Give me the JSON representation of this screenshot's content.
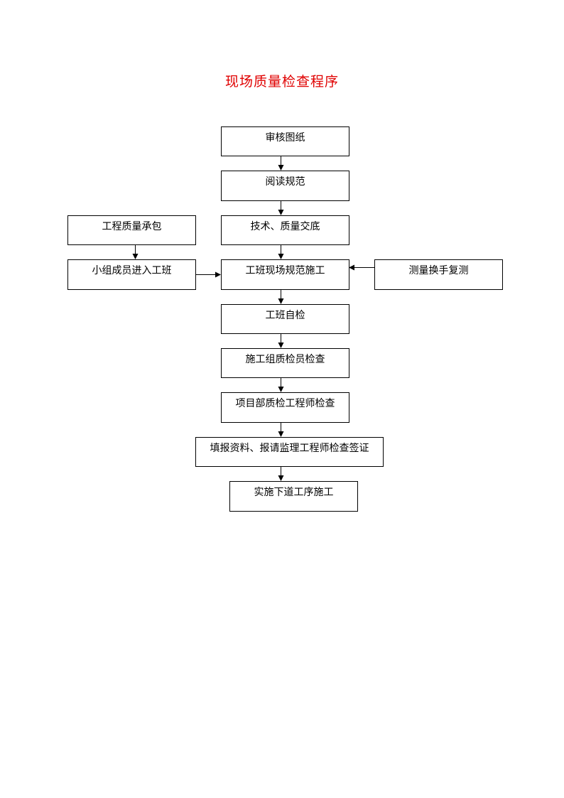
{
  "title": "现场质量检查程序",
  "colors": {
    "title": "#e00000",
    "line": "#000000",
    "box_border": "#000000"
  },
  "steps": {
    "review_drawings": "审核图纸",
    "read_specs": "阅读规范",
    "tech_briefing": "技术、质量交底",
    "team_construction": "工班现场规范施工",
    "team_self_check": "工班自检",
    "group_inspector_check": "施工组质检员检查",
    "dept_engineer_check": "项目部质检工程师检查",
    "fill_report": "填报资料、报请监理工程师检查签证",
    "next_process": "实施下道工序施工",
    "quality_contract": "工程质量承包",
    "group_members_enter": "小组成员进入工班",
    "survey_recheck": "测量换手复测"
  }
}
